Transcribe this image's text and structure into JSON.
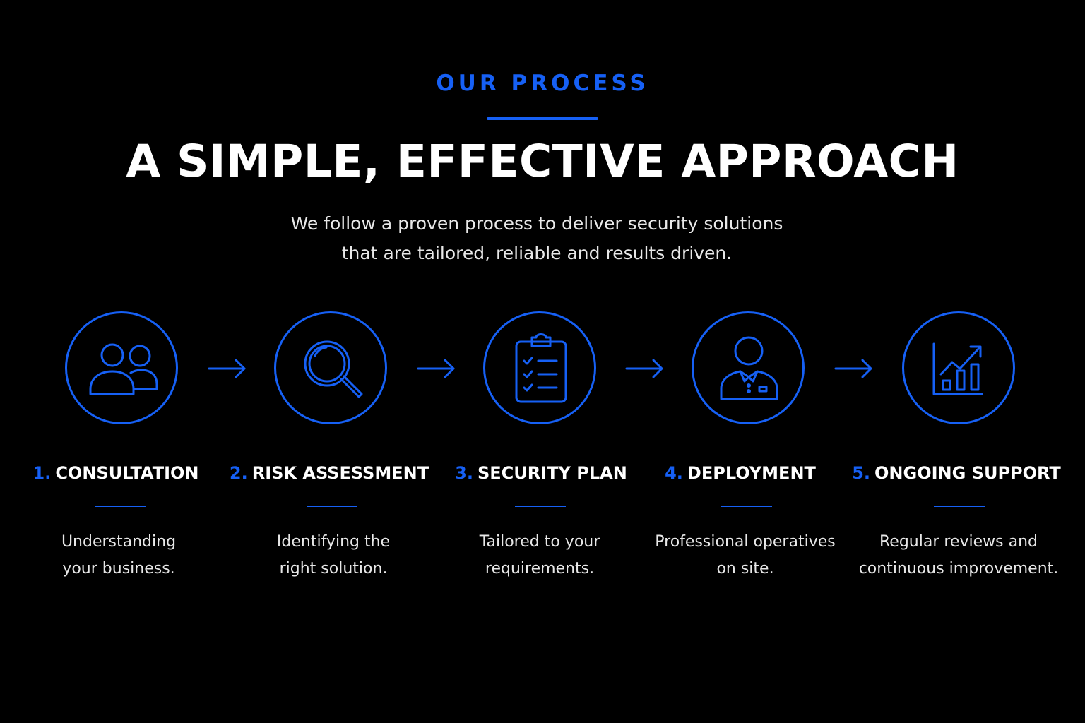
{
  "accent_color": "#1660f5",
  "background_color": "#000000",
  "header": {
    "eyebrow": "OUR PROCESS",
    "title": "A SIMPLE, EFFECTIVE APPROACH",
    "intro_line_1": "We follow a proven process to deliver security solutions",
    "intro_line_2": "that are tailored, reliable and results driven."
  },
  "steps": [
    {
      "number": "1.",
      "title": "CONSULTATION",
      "desc_line_1": "Understanding",
      "desc_line_2": "your business.",
      "icon": "users-icon"
    },
    {
      "number": "2.",
      "title": "RISK ASSESSMENT",
      "desc_line_1": "Identifying the",
      "desc_line_2": "right solution.",
      "icon": "magnifier-icon"
    },
    {
      "number": "3.",
      "title": "SECURITY PLAN",
      "desc_line_1": "Tailored to your",
      "desc_line_2": "requirements.",
      "icon": "clipboard-checklist-icon"
    },
    {
      "number": "4.",
      "title": "DEPLOYMENT",
      "desc_line_1": "Professional operatives",
      "desc_line_2": "on site.",
      "icon": "operative-icon"
    },
    {
      "number": "5.",
      "title": "ONGOING SUPPORT",
      "desc_line_1": "Regular reviews and",
      "desc_line_2": "continuous improvement.",
      "icon": "growth-chart-icon"
    }
  ]
}
